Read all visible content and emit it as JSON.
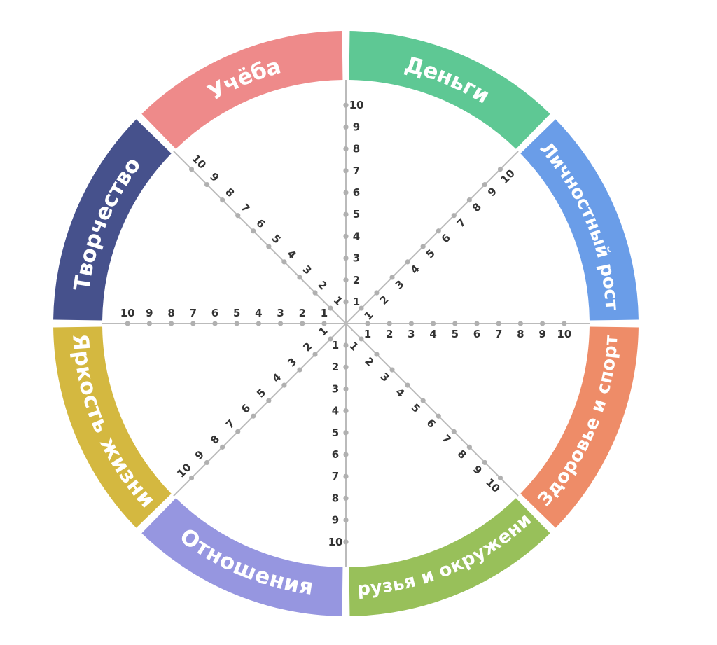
{
  "wheel": {
    "segments": [
      {
        "label": "Деньги",
        "color": "#5ec894"
      },
      {
        "label": "Личностный рост",
        "color": "#6a9de8"
      },
      {
        "label": "Здоровье и спорт",
        "color": "#ee8c68"
      },
      {
        "label": "Друзья и окружение",
        "color": "#98c05a"
      },
      {
        "label": "Отношения",
        "color": "#9696e0"
      },
      {
        "label": "Яркость жизни",
        "color": "#d4b840"
      },
      {
        "label": "Творчество",
        "color": "#46518c"
      },
      {
        "label": "Учёба",
        "color": "#ee8a8a"
      }
    ],
    "scale": [
      "1",
      "2",
      "3",
      "4",
      "5",
      "6",
      "7",
      "8",
      "9",
      "10"
    ],
    "colors": {
      "axis": "#bbbbbb",
      "dot": "#b0b0b0",
      "tick_text": "#333333"
    }
  }
}
